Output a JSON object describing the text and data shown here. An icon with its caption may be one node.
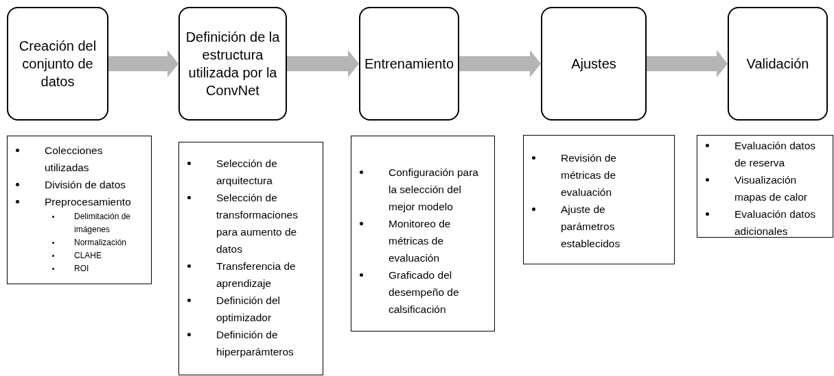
{
  "diagram": {
    "nodes": [
      {
        "text": [
          "Creación del conjunto de datos"
        ]
      },
      {
        "text": [
          "Definición de la estructura utilizada por la ConvNet"
        ]
      },
      {
        "text": [
          "Entrenamiento"
        ]
      },
      {
        "text": [
          "Ajustes"
        ]
      },
      {
        "text": [
          "Validación"
        ]
      },
      {
        "text": [
          "Colecciones utilizadas",
          "División de datos",
          "Preprocesamiento",
          "Delimitación de imágenes",
          "Normalización",
          "CLAHE",
          "ROI"
        ]
      },
      {
        "text": [
          "Selección de arquitectura",
          "Selección de transformaciones para aumento de datos",
          "Transferencia de aprendizaje",
          "Definición del optimizador",
          "Definición de hiperparámteros"
        ]
      },
      {
        "text": [
          "Configuración para la selección del mejor modelo",
          "Monitoreo de métricas de evaluación",
          "Graficado del desempeño de calsificación"
        ]
      },
      {
        "text": [
          "Revisión de métricas de evaluación",
          "Ajuste de parámetros establecidos"
        ]
      },
      {
        "text": [
          "Evaluación datos de reserva",
          "Visualización mapas de calor",
          "Evaluación datos adicionales"
        ]
      }
    ],
    "edges": [
      {
        "from": 0,
        "to": 1,
        "arrow": "to"
      },
      {
        "from": 1,
        "to": 2,
        "arrow": "to"
      },
      {
        "from": 2,
        "to": 3,
        "arrow": "to"
      },
      {
        "from": 3,
        "to": 4,
        "arrow": "to"
      }
    ]
  }
}
